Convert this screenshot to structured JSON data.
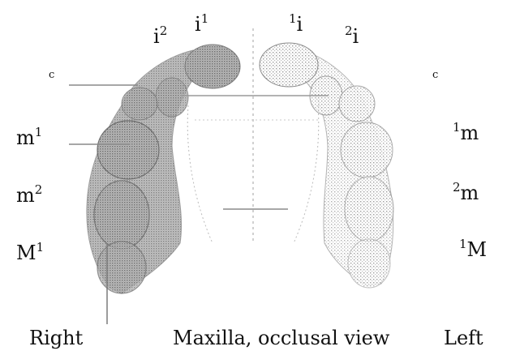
{
  "labels": {
    "right_side": {
      "i2": {
        "base": "i",
        "sup": "2"
      },
      "i1": {
        "base": "i",
        "sup": "1"
      },
      "c": "c",
      "m1": {
        "base": "m",
        "sup": "1"
      },
      "m2": {
        "base": "m",
        "sup": "2"
      },
      "M1": {
        "base": "M",
        "sup": "1"
      }
    },
    "left_side": {
      "i1": {
        "sup": "1",
        "base": "i"
      },
      "i2": {
        "sup": "2",
        "base": "i"
      },
      "c": "c",
      "m1": {
        "sup": "1",
        "base": "m"
      },
      "m2": {
        "sup": "2",
        "base": "m"
      },
      "M1": {
        "sup": "1",
        "base": "M"
      }
    }
  },
  "caption": {
    "right": "Right",
    "title": "Maxilla, occlusal view",
    "left": "Left"
  },
  "colors": {
    "bone_light": "#d9d9d9",
    "bone_mid": "#a8a8a8",
    "bone_dark": "#6e6e6e",
    "leader_line": "#8a8a8a"
  }
}
